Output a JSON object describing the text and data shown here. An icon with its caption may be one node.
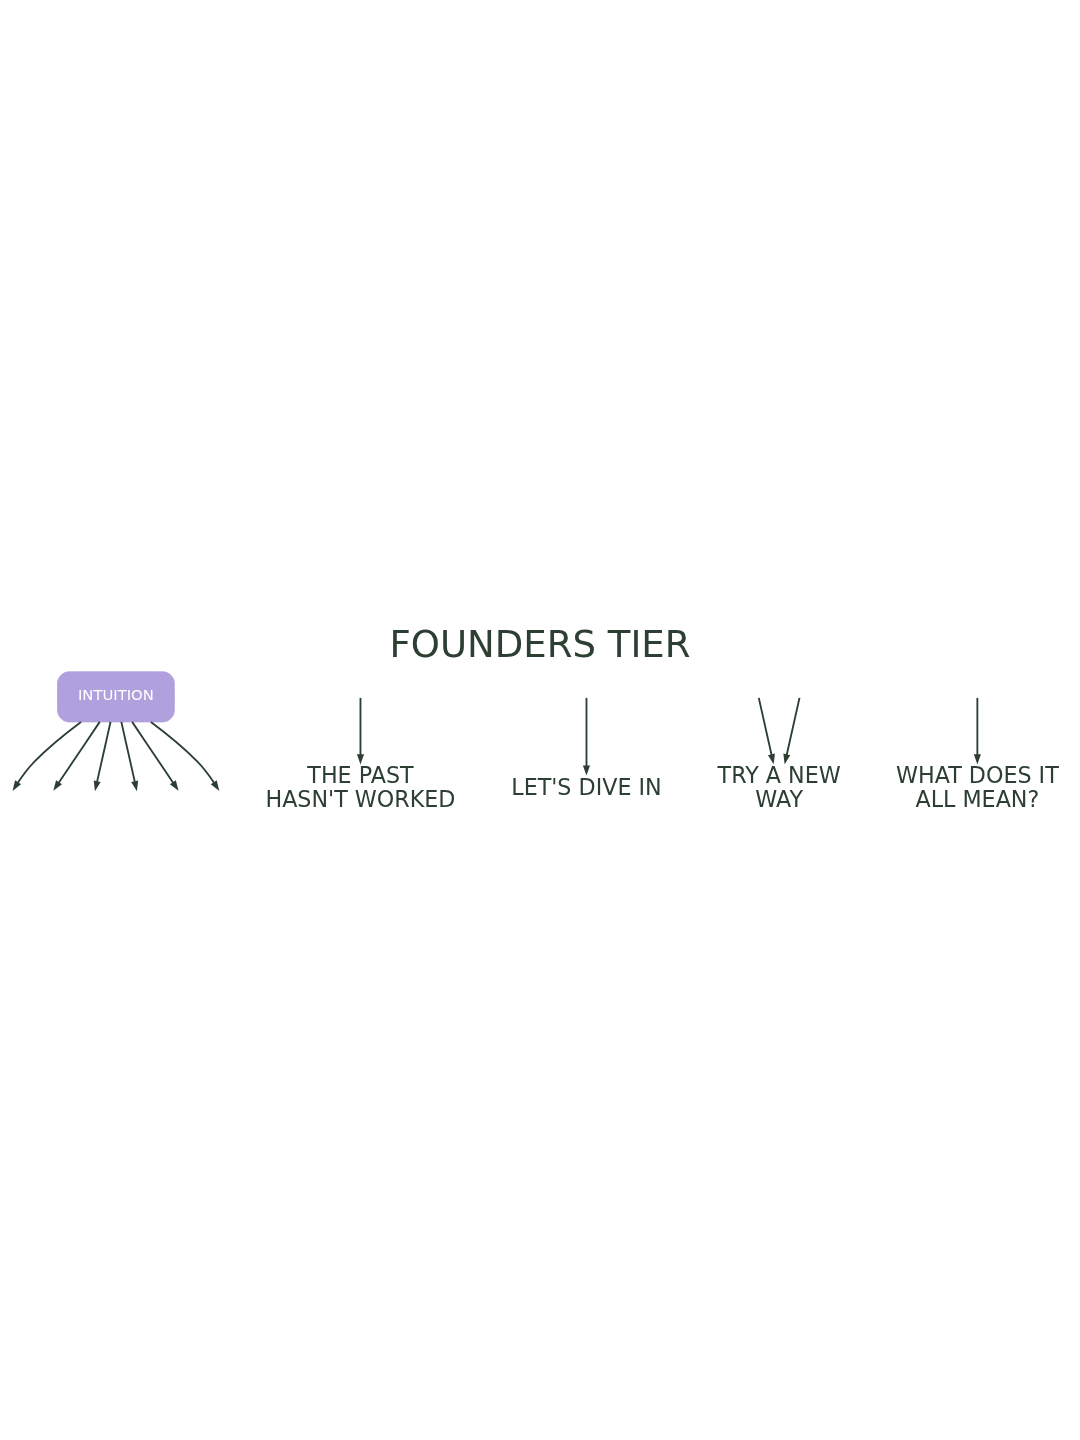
{
  "diagram": {
    "title": "FOUNDERS TIER",
    "nodes": [
      {
        "text": [
          "INTUITION"
        ]
      },
      {
        "text": [
          "THE PAST HASN'T WORKED"
        ]
      },
      {
        "text": [
          "LET'S DIVE IN"
        ]
      },
      {
        "text": [
          "TRY A NEW WAY"
        ]
      },
      {
        "text": [
          "WHAT DOES IT ALL MEAN?"
        ]
      }
    ],
    "edges": [
      {
        "from": 0,
        "to": null,
        "arrow": "to"
      },
      {
        "from": 0,
        "to": null,
        "arrow": "to"
      },
      {
        "from": 0,
        "to": null,
        "arrow": "to"
      },
      {
        "from": 0,
        "to": null,
        "arrow": "to"
      },
      {
        "from": 0,
        "to": null,
        "arrow": "to"
      },
      {
        "from": 0,
        "to": null,
        "arrow": "to"
      },
      {
        "from": null,
        "to": 1,
        "arrow": "to"
      },
      {
        "from": null,
        "to": 2,
        "arrow": "to"
      },
      {
        "from": null,
        "to": 3,
        "arrow": "to"
      },
      {
        "from": null,
        "to": 3,
        "arrow": "to"
      },
      {
        "from": null,
        "to": 4,
        "arrow": "to"
      }
    ]
  }
}
